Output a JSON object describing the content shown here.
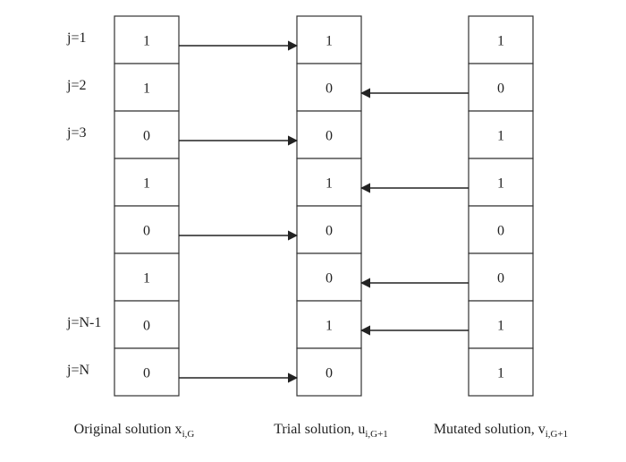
{
  "row_labels": [
    "j=1",
    "j=2",
    "j=3",
    "",
    "",
    "",
    "j=N-1",
    "j=N"
  ],
  "original_solution": {
    "values": [
      "1",
      "1",
      "0",
      "1",
      "0",
      "1",
      "0",
      "0"
    ],
    "caption": "Original solution x",
    "caption_sub": "i,G"
  },
  "trial_solution": {
    "values": [
      "1",
      "0",
      "0",
      "1",
      "0",
      "0",
      "1",
      "0"
    ],
    "caption": "Trial solution, u",
    "caption_sub": "i,G+1"
  },
  "mutated_solution": {
    "values": [
      "1",
      "0",
      "1",
      "1",
      "0",
      "0",
      "1",
      "1"
    ],
    "caption": "Mutated solution, v",
    "caption_sub": "i,G+1"
  },
  "arrows": [
    "from-original",
    "from-mutated",
    "from-original",
    "from-mutated",
    "from-original",
    "from-mutated",
    "from-mutated",
    "from-original"
  ]
}
